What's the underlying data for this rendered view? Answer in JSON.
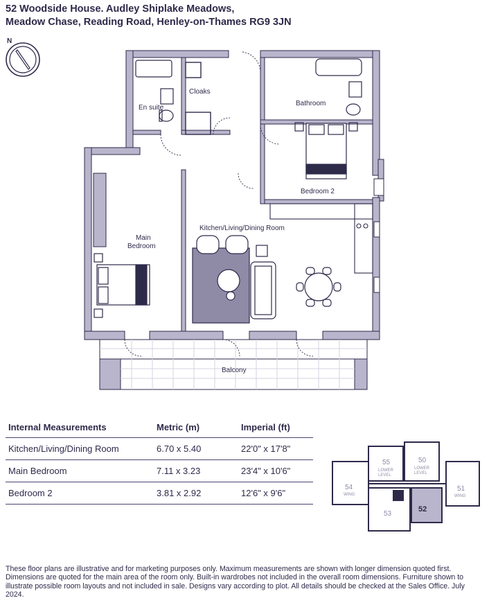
{
  "title": {
    "line1": "52 Woodside House. Audley Shiplake Meadows,",
    "line2": "Meadow Chase, Reading Road, Henley-on-Thames RG9 3JN"
  },
  "compass": {
    "label": "N",
    "icon": "north-compass-icon"
  },
  "rooms": {
    "en_suite": "En suite",
    "cloaks": "Cloaks",
    "bathroom": "Bathroom",
    "bedroom2": "Bedroom 2",
    "main_bedroom_line1": "Main",
    "main_bedroom_line2": "Bedroom",
    "kitchen": "Kitchen/Living/Dining Room",
    "balcony": "Balcony"
  },
  "measurements": {
    "headers": [
      "Internal Measurements",
      "Metric (m)",
      "Imperial (ft)"
    ],
    "rows": [
      [
        "Kitchen/Living/Dining Room",
        "6.70 x 5.40",
        "22'0\" x 17'8\""
      ],
      [
        "Main Bedroom",
        "7.11 x 3.23",
        "23'4\" x 10'6\""
      ],
      [
        "Bedroom 2",
        "3.81 x 2.92",
        "12'6\" x 9'6\""
      ]
    ]
  },
  "keyplan": {
    "units": {
      "u55": "55",
      "u50": "50",
      "u54": "54",
      "u51": "51",
      "u53": "53",
      "u52": "52"
    },
    "lower": "LOWER",
    "level": "LEVEL",
    "wing": "WING",
    "highlight_color": "#b9b5cc"
  },
  "colors": {
    "wall": "#b9b5cc",
    "ink": "#2e2a4a",
    "rug": "#8f8aa6"
  },
  "disclaimer": "These floor plans are illustrative and for marketing purposes only. Maximum measurements are shown with longer dimension quoted first. Dimensions are quoted for the main area of the room only. Built-in wardrobes not included in the overall room dimensions. Furniture shown to illustrate possible room layouts and not included in sale. Designs vary according to plot. All details should be checked at the Sales Office. July 2024."
}
